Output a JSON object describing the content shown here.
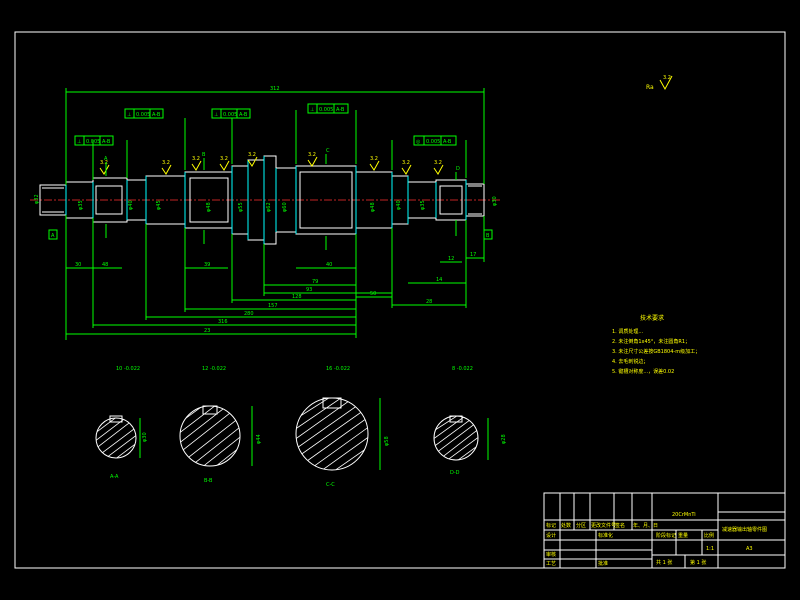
{
  "colors": {
    "background": "#000000",
    "frame": "#ffffff",
    "dimension": "#00ff00",
    "text": "#ffff00",
    "outline": "#00ffff",
    "centerline": "#ff3030"
  },
  "roughness": {
    "general": "3.2",
    "marks": [
      "3.2",
      "3.2",
      "3.2",
      "3.2",
      "3.2",
      "3.2",
      "3.2",
      "3.2",
      "3.2"
    ]
  },
  "tolerance_frames": [
    {
      "symbol": "⊥",
      "value": "0.005",
      "datum": "A-B"
    },
    {
      "symbol": "⊥",
      "value": "0.005",
      "datum": "A-B"
    },
    {
      "symbol": "⊥",
      "value": "0.005",
      "datum": "A-B"
    },
    {
      "symbol": "⊥",
      "value": "0.005",
      "datum": "A-B"
    }
  ],
  "coaxial_frame": {
    "symbol": "◎",
    "value": "0.005",
    "datum": "A-B"
  },
  "section_labels": [
    "A",
    "B",
    "C",
    "D"
  ],
  "datum_labels": [
    "A",
    "B"
  ],
  "dimensions": {
    "overall": "312",
    "bottom": [
      "30",
      "48",
      "39",
      "40",
      "79",
      "93",
      "128",
      "157",
      "280",
      "316",
      "23",
      "50",
      "28",
      "14",
      "17",
      "12"
    ]
  },
  "shaft_diameters": [
    "φ32",
    "φ35",
    "φ40",
    "φ45",
    "φ48",
    "φ55",
    "φ62",
    "φ60",
    "φ48",
    "φ40",
    "φ35",
    "φ30"
  ],
  "sections": [
    {
      "label": "A-A",
      "dia": "φ30",
      "key": "10 -0.022"
    },
    {
      "label": "B-B",
      "dia": "φ44",
      "key": "12 -0.022"
    },
    {
      "label": "C-C",
      "dia": "φ58",
      "key": "16 -0.022"
    },
    {
      "label": "D-D",
      "dia": "φ28",
      "key": "8 -0.022"
    }
  ],
  "tech_req": {
    "title": "技术要求",
    "items": [
      "1. 调质处理...",
      "2. 未注倒角1x45°，未注圆角R1；",
      "3. 未注尺寸公差按GB1804-m级加工；",
      "4. 去毛刺锐边；",
      "5. 键槽对称度...，误差0.02"
    ]
  },
  "title_block": {
    "material": "20CrMnTi",
    "drawing_title": "减速器输出轴零件图",
    "sheet": "A3",
    "scale": "1:1",
    "sheet_count": "共 1 张",
    "sheet_no": "第 1 张",
    "rows": [
      "标记",
      "处数",
      "分区",
      "更改文件号",
      "签名",
      "年、月、日",
      "设计",
      "标准化",
      "阶段标记",
      "重量",
      "比例",
      "审核",
      "工艺",
      "批准"
    ]
  }
}
